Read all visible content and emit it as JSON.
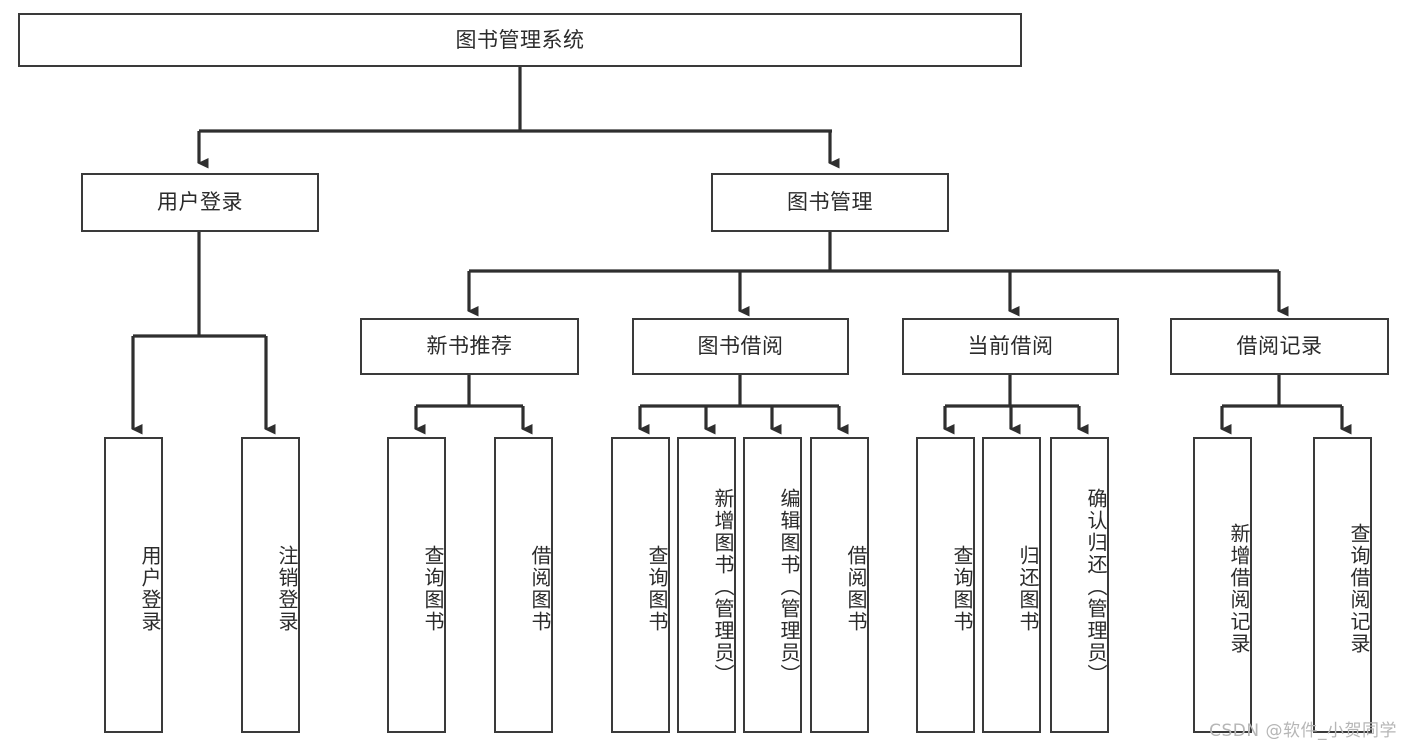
{
  "diagram": {
    "title": "图书管理系统",
    "watermark": "CSDN @软件_小贺同学",
    "colors": {
      "box_border": "#3a3a3a",
      "box_fill": "#ffffff",
      "connector": "#2f2f2f",
      "text": "#2b2b2b",
      "watermark": "#b6b6b6",
      "background": "#ffffff"
    },
    "root": {
      "id": "root",
      "label": "图书管理系统"
    },
    "level2": [
      {
        "id": "user-login",
        "label": "用户登录"
      },
      {
        "id": "book-management",
        "label": "图书管理"
      }
    ],
    "level3": [
      {
        "id": "new-book-recommend",
        "label": "新书推荐",
        "parent": "book-management"
      },
      {
        "id": "book-borrow",
        "label": "图书借阅",
        "parent": "book-management"
      },
      {
        "id": "current-borrow",
        "label": "当前借阅",
        "parent": "book-management"
      },
      {
        "id": "borrow-record",
        "label": "借阅记录",
        "parent": "book-management"
      }
    ],
    "leaves": [
      {
        "id": "leaf-user-login",
        "label": "用户登录",
        "parent": "user-login"
      },
      {
        "id": "leaf-logout-login",
        "label": "注销登录",
        "parent": "user-login"
      },
      {
        "id": "leaf-query-book-1",
        "label": "查询图书",
        "parent": "new-book-recommend"
      },
      {
        "id": "leaf-borrow-book-1",
        "label": "借阅图书",
        "parent": "new-book-recommend"
      },
      {
        "id": "leaf-query-book-2",
        "label": "查询图书",
        "parent": "book-borrow"
      },
      {
        "id": "leaf-add-book",
        "label": "新增图书（管理员）",
        "parent": "book-borrow"
      },
      {
        "id": "leaf-edit-book",
        "label": "编辑图书（管理员）",
        "parent": "book-borrow"
      },
      {
        "id": "leaf-borrow-book-2",
        "label": "借阅图书",
        "parent": "book-borrow"
      },
      {
        "id": "leaf-query-book-3",
        "label": "查询图书",
        "parent": "current-borrow"
      },
      {
        "id": "leaf-return-book",
        "label": "归还图书",
        "parent": "current-borrow"
      },
      {
        "id": "leaf-confirm-return",
        "label": "确认归还（管理员）",
        "parent": "current-borrow"
      },
      {
        "id": "leaf-add-record",
        "label": "新增借阅记录",
        "parent": "borrow-record"
      },
      {
        "id": "leaf-query-record",
        "label": "查询借阅记录",
        "parent": "borrow-record"
      }
    ]
  }
}
